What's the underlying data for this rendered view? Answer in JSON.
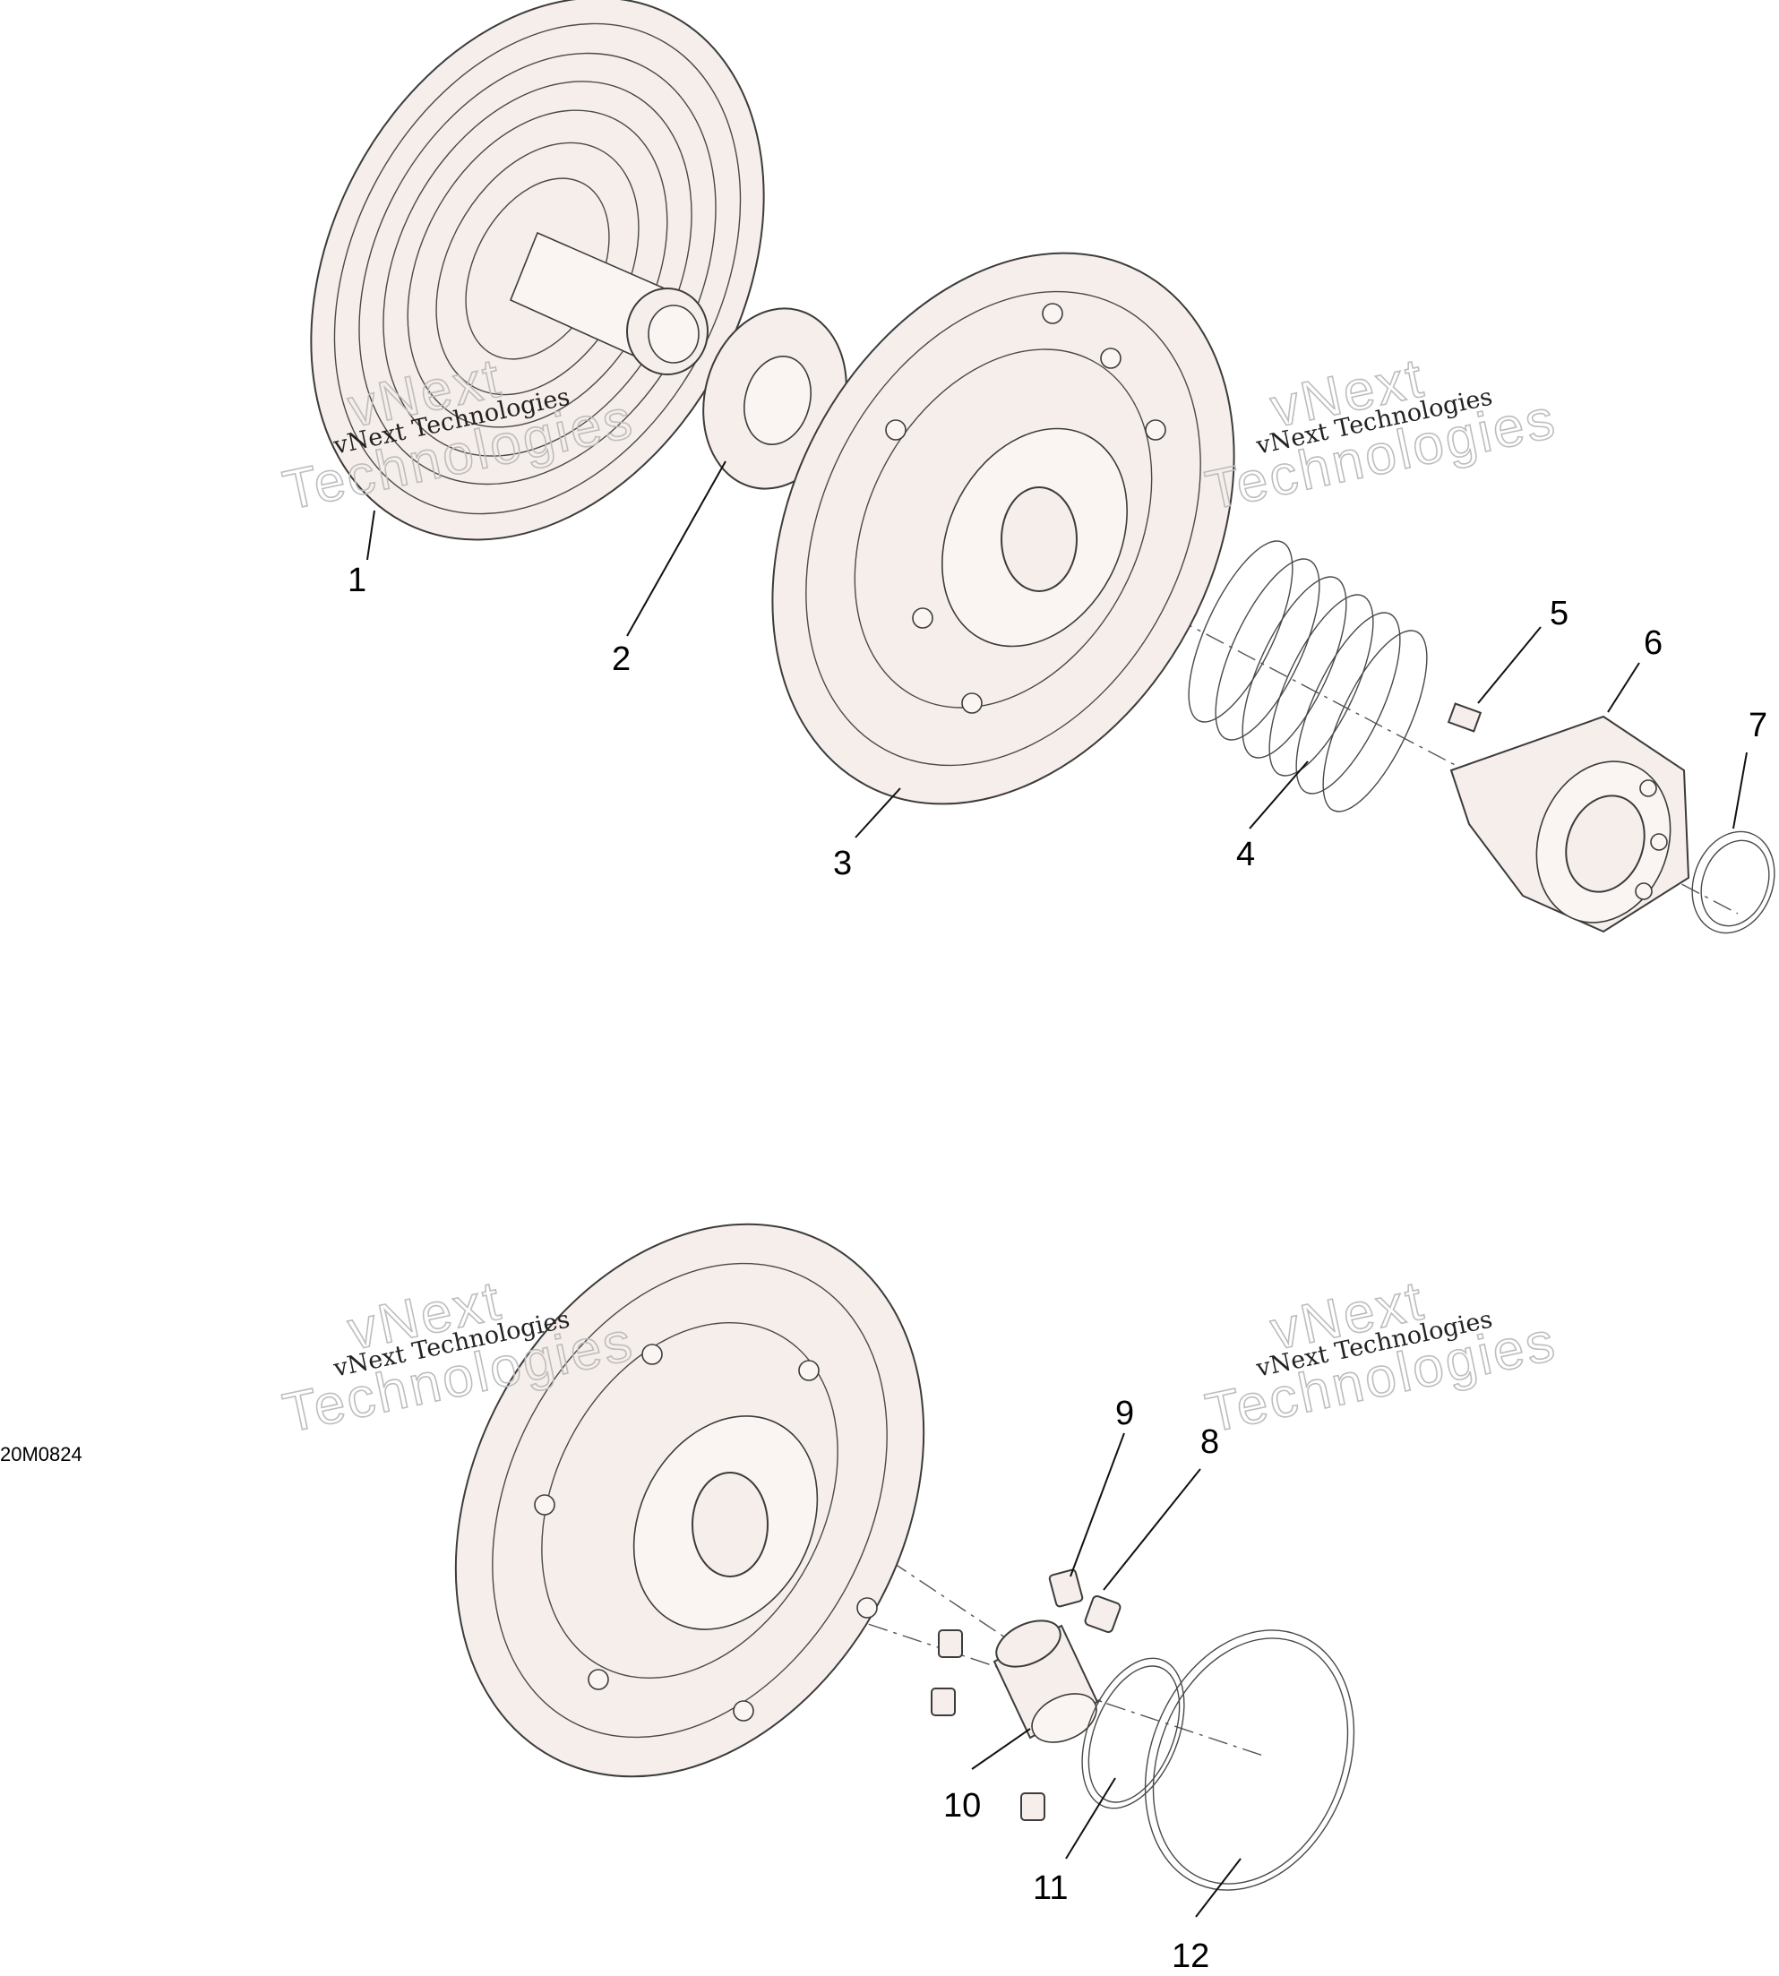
{
  "drawing_code": "20M0824",
  "watermark": {
    "line1": "vNext",
    "line2": "Technologies",
    "caption": "vNext Technologies"
  },
  "callouts": [
    "1",
    "2",
    "3",
    "4",
    "5",
    "6",
    "7",
    "8",
    "9",
    "10",
    "11",
    "12"
  ],
  "colors": {
    "part_fill": "#f6eeea",
    "line": "#3c3c3c",
    "watermark": "#bdbdbd"
  }
}
